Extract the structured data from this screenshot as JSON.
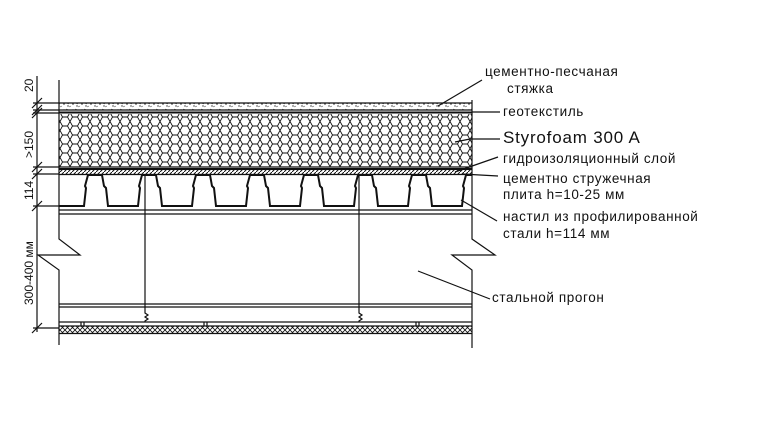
{
  "drawing": {
    "dimensions": {
      "screed": "20",
      "insulation": ">150",
      "deck": "114",
      "purlin": "300-400 мм"
    },
    "labels": {
      "screed_line1": "цементно-песчаная",
      "screed_line2": "стяжка",
      "geotextile": "геотекстиль",
      "insulation": "Styrofoam 300 A",
      "waterproofing": "гидроизоляционный слой",
      "board_line1": "цементно стружечная",
      "board_line2": "плита h=10-25 мм",
      "deck_line1": "настил из профилированной",
      "deck_line2": "стали h=114 мм",
      "purlin": "стальной прогон"
    }
  }
}
